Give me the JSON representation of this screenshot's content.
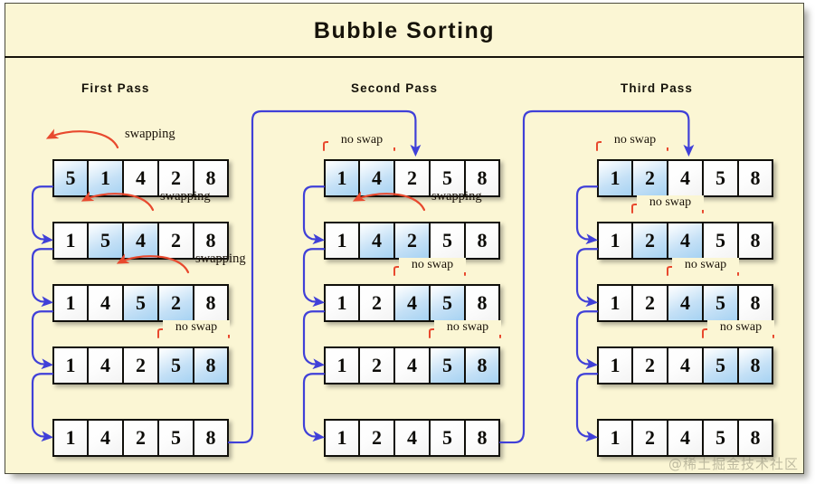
{
  "title": "Bubble  Sorting",
  "watermark": "@稀土掘金技术社区",
  "colors": {
    "background": "#fbf6d4",
    "cell_fill": "#fdfdfd",
    "cell_highlight": "#a6d2f2",
    "cell_border": "#100f0a",
    "flow_arrow": "#4040d8",
    "annotation": "#e8492e",
    "text": "#16130a"
  },
  "labels": {
    "swapping": "swapping",
    "no_swap": "no swap"
  },
  "passes": [
    {
      "heading": "First  Pass",
      "rows": [
        {
          "values": [
            "5",
            "1",
            "4",
            "2",
            "8"
          ],
          "highlight": [
            0,
            1
          ],
          "annotation": "swapping"
        },
        {
          "values": [
            "1",
            "5",
            "4",
            "2",
            "8"
          ],
          "highlight": [
            1,
            2
          ],
          "annotation": "swapping"
        },
        {
          "values": [
            "1",
            "4",
            "5",
            "2",
            "8"
          ],
          "highlight": [
            2,
            3
          ],
          "annotation": "swapping"
        },
        {
          "values": [
            "1",
            "4",
            "2",
            "5",
            "8"
          ],
          "highlight": [
            3,
            4
          ],
          "annotation": "no swap"
        },
        {
          "values": [
            "1",
            "4",
            "2",
            "5",
            "8"
          ],
          "highlight": [],
          "annotation": ""
        }
      ]
    },
    {
      "heading": "Second  Pass",
      "rows": [
        {
          "values": [
            "1",
            "4",
            "2",
            "5",
            "8"
          ],
          "highlight": [
            0,
            1
          ],
          "annotation": "no swap"
        },
        {
          "values": [
            "1",
            "4",
            "2",
            "5",
            "8"
          ],
          "highlight": [
            1,
            2
          ],
          "annotation": "swapping"
        },
        {
          "values": [
            "1",
            "2",
            "4",
            "5",
            "8"
          ],
          "highlight": [
            2,
            3
          ],
          "annotation": "no swap"
        },
        {
          "values": [
            "1",
            "2",
            "4",
            "5",
            "8"
          ],
          "highlight": [
            3,
            4
          ],
          "annotation": "no swap"
        },
        {
          "values": [
            "1",
            "2",
            "4",
            "5",
            "8"
          ],
          "highlight": [],
          "annotation": ""
        }
      ]
    },
    {
      "heading": "Third  Pass",
      "rows": [
        {
          "values": [
            "1",
            "2",
            "4",
            "5",
            "8"
          ],
          "highlight": [
            0,
            1
          ],
          "annotation": "no swap"
        },
        {
          "values": [
            "1",
            "2",
            "4",
            "5",
            "8"
          ],
          "highlight": [
            1,
            2
          ],
          "annotation": "no swap"
        },
        {
          "values": [
            "1",
            "2",
            "4",
            "5",
            "8"
          ],
          "highlight": [
            2,
            3
          ],
          "annotation": "no swap"
        },
        {
          "values": [
            "1",
            "2",
            "4",
            "5",
            "8"
          ],
          "highlight": [
            3,
            4
          ],
          "annotation": "no swap"
        },
        {
          "values": [
            "1",
            "2",
            "4",
            "5",
            "8"
          ],
          "highlight": [],
          "annotation": ""
        }
      ]
    }
  ]
}
